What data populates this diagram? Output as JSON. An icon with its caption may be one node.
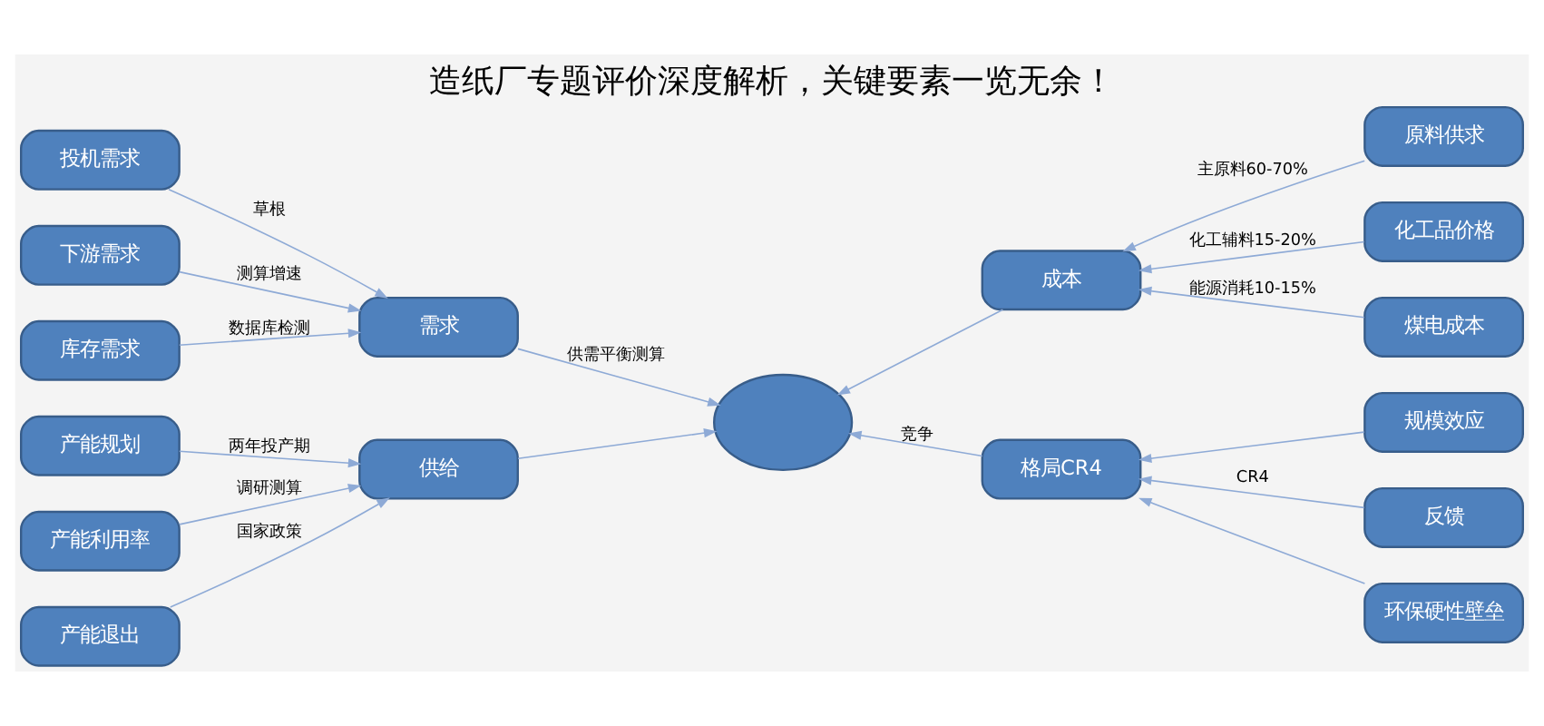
{
  "diagram": {
    "title": "造纸厂专题评价深度解析，关键要素一览无余！",
    "nodes": [
      {
        "text": [
          "产能规划"
        ]
      },
      {
        "text": [
          "原料供求"
        ]
      },
      {
        "text": [
          "产能退出"
        ]
      },
      {
        "text": [
          "供给"
        ]
      },
      {
        "text": [
          "成本"
        ]
      },
      {
        "text": [
          "化工品价格"
        ]
      },
      {
        "text": [
          "产能利用率"
        ]
      },
      {
        "text": [],
        "shape": "circle"
      },
      {
        "text": [
          "煤电成本"
        ]
      },
      {
        "text": [
          "投机需求"
        ]
      },
      {
        "text": [
          "需求"
        ]
      },
      {
        "text": [
          "格局CR4"
        ]
      },
      {
        "text": [
          "规模效应"
        ]
      },
      {
        "text": [
          "下游需求"
        ]
      },
      {
        "text": [
          "反馈"
        ]
      },
      {
        "text": [
          "库存需求"
        ]
      },
      {
        "text": [
          "环保硬性壁垒"
        ]
      }
    ],
    "edges": [
      {
        "from": 0,
        "to": 3,
        "arrow": "to",
        "label": "两年投产期"
      },
      {
        "from": 2,
        "to": 3,
        "arrow": "to",
        "label": "国家政策"
      },
      {
        "from": 6,
        "to": 3,
        "arrow": "to",
        "label": "调研测算"
      },
      {
        "from": 3,
        "to": 7,
        "arrow": "to"
      },
      {
        "from": 10,
        "to": 7,
        "arrow": "to",
        "label": "供需平衡测算"
      },
      {
        "from": 9,
        "to": 10,
        "arrow": "to",
        "label": "草根"
      },
      {
        "from": 13,
        "to": 10,
        "arrow": "to",
        "label": "测算增速"
      },
      {
        "from": 15,
        "to": 10,
        "arrow": "to",
        "label": "数据库检测"
      },
      {
        "from": 1,
        "to": 4,
        "arrow": "to",
        "label": "主原料60-70%"
      },
      {
        "from": 5,
        "to": 4,
        "arrow": "to",
        "label": "化工辅料15-20%"
      },
      {
        "from": 8,
        "to": 4,
        "arrow": "to",
        "label": "能源消耗10-15%"
      },
      {
        "from": 4,
        "to": 7,
        "arrow": "to"
      },
      {
        "from": 11,
        "to": 7,
        "arrow": "to",
        "label": "竞争"
      },
      {
        "from": 12,
        "to": 11,
        "arrow": "to"
      },
      {
        "from": 14,
        "to": 11,
        "arrow": "to",
        "label": "CR4"
      },
      {
        "from": 16,
        "to": 11,
        "arrow": "to"
      }
    ]
  }
}
